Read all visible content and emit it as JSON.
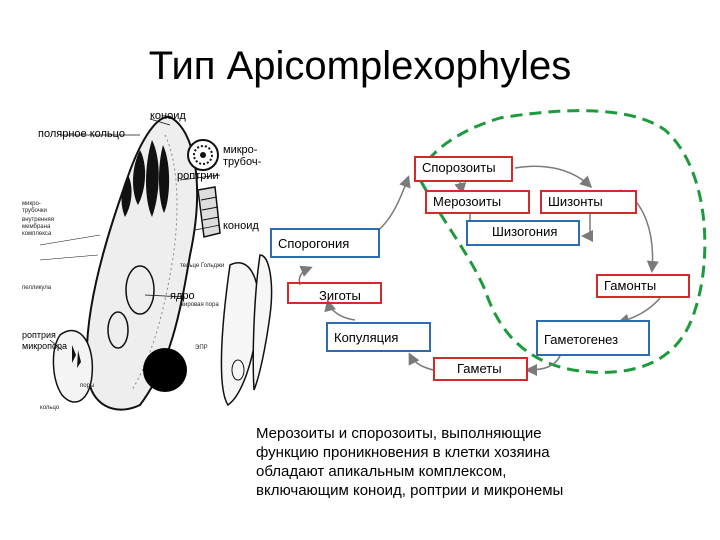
{
  "title": "Тип Apicomplexophyles",
  "illustration_labels": {
    "konoid_top": "коноид",
    "polar_ring": "полярное кольцо",
    "micro": "микро-",
    "tubules": "трубоч-",
    "roptrii": "роптрии",
    "konoid_side": "коноид",
    "yadro": "ядро",
    "roptria": "роптрия",
    "mikropora": "микропора",
    "small_1": "микро-",
    "small_2": "трубочки",
    "small_3": "внутренняя",
    "small_4": "мембрана",
    "small_5": "комплекса",
    "small_6": "пелликула",
    "small_7": "поры",
    "small_8": "тельце Гольджи",
    "small_9": "жировая пора",
    "small_10": "ЭПР",
    "small_11": "кольцо"
  },
  "cycle": {
    "sporozoity": "Спорозоиты",
    "merozoity": "Мерозоиты",
    "shizonty": "Шизонты",
    "shizogonia": "Шизогония",
    "gamonty": "Гамонты",
    "sporogonia": "Спорогония",
    "zigoty": "Зиготы",
    "kopulyatsia": "Копуляция",
    "gametogenez": "Гаметогенез",
    "gamety": "Гаметы"
  },
  "description": [
    "Мерозоиты и спорозоиты, выполняющие",
    "функцию проникновения в клетки хозяина",
    "обладают апикальным комплексом,",
    "включающим коноид, роптрии и микронемы"
  ],
  "colors": {
    "red_box": "#d42a2a",
    "blue_box": "#2b6cb3",
    "dashed_green": "#1c9a3c",
    "arrow_gray": "#7a7a7a"
  }
}
